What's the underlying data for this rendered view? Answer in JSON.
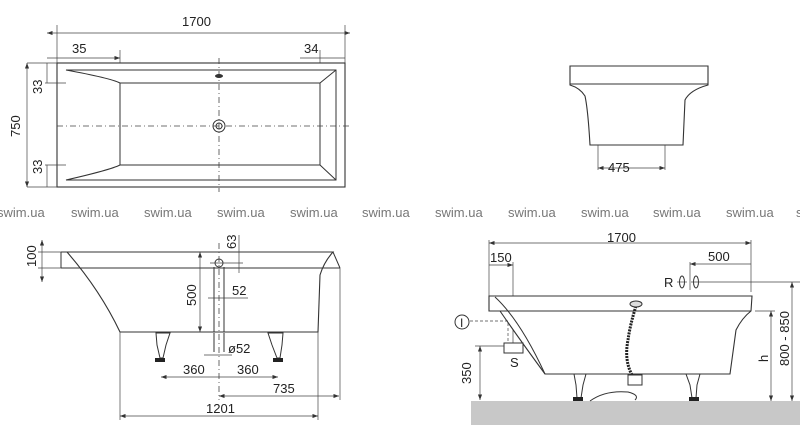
{
  "watermark": [
    "swim.ua",
    "swim.ua",
    "swim.ua",
    "swim.ua",
    "swim.ua",
    "swim.ua",
    "swim.ua",
    "swim.ua",
    "swim.ua",
    "swim.ua",
    "swim.ua",
    "s"
  ],
  "plan_view": {
    "length": "1700",
    "left_offset": "35",
    "right_offset": "34",
    "top_offset": "33",
    "width": "750",
    "bottom_offset": "33"
  },
  "end_view": {
    "bottom_width": "475"
  },
  "side_section": {
    "rim_height": "100",
    "overflow_offset": "63",
    "depth": "500",
    "overflow_pipe": "52",
    "drain_diameter": "ø52",
    "leg_left": "360",
    "leg_right": "360",
    "drain_to_end": "735",
    "bottom_length": "1201"
  },
  "installation_view": {
    "length": "1700",
    "supply_offset": "150",
    "tap_offset": "500",
    "tap_label": "R",
    "inlet_label": "I",
    "siphon_label": "S",
    "siphon_height": "350",
    "height_label": "h",
    "rim_height_range": "800 - 850"
  },
  "colors": {
    "floor": "#c8c8c8",
    "line": "#333333",
    "watermark": "#777777"
  }
}
